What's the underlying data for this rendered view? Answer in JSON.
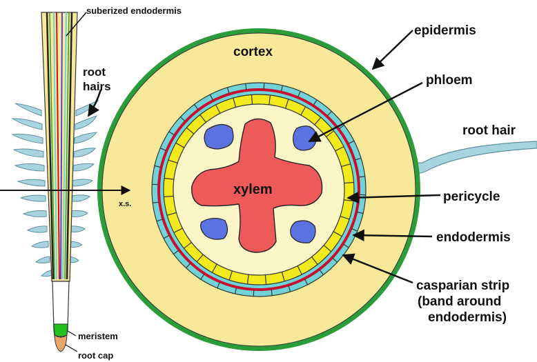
{
  "labels": {
    "suberized_endodermis": "suberized endodermis",
    "root_hairs_1": "root",
    "root_hairs_2": "hairs",
    "xs": "x.s.",
    "meristem": "meristem",
    "root_cap": "root cap",
    "cortex": "cortex",
    "xylem": "xylem",
    "epidermis": "epidermis",
    "phloem": "phloem",
    "root_hair": "root hair",
    "pericycle": "pericycle",
    "endodermis": "endodermis",
    "casparian_1": "casparian strip",
    "casparian_2": "(band around",
    "casparian_3": "endodermis)"
  },
  "colors": {
    "epidermis": "#2a9c3a",
    "cortex": "#f8e99a",
    "endodermis": "#6fd3d8",
    "casparian_strip": "#c8102e",
    "pericycle": "#f2ea1c",
    "stele": "#fbf5c8",
    "xylem": "#ee5a5a",
    "phloem": "#5b73e0",
    "meristem": "#22c11c",
    "root_cap": "#e8a56a",
    "root_hair": "#a8d4e0"
  }
}
